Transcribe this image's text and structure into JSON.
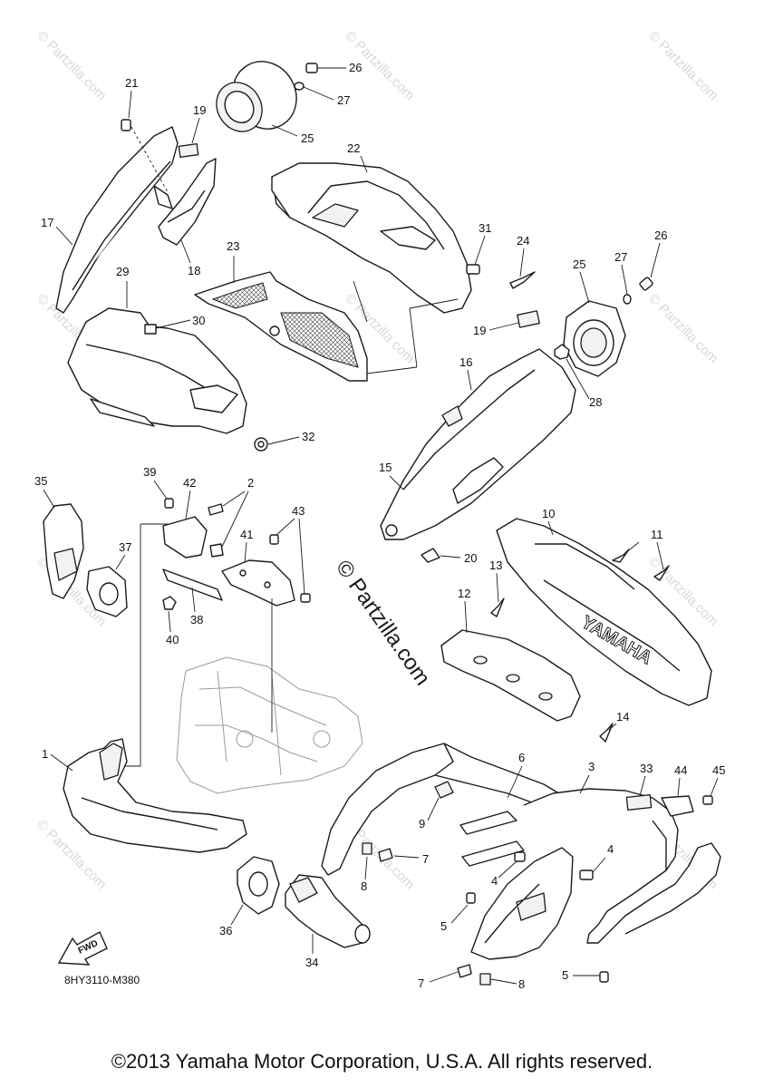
{
  "diagram": {
    "code": "8HY3110-M380",
    "copyright": "©2013 Yamaha Motor Corporation, U.S.A. All rights reserved.",
    "watermark": "© Partzilla.com",
    "fwd_label": "FWD",
    "callouts": {
      "c1": "1",
      "c2": "2",
      "c3": "3",
      "c4a": "4",
      "c4b": "4",
      "c5a": "5",
      "c5b": "5",
      "c6": "6",
      "c7a": "7",
      "c7b": "7",
      "c8a": "8",
      "c8b": "8",
      "c9": "9",
      "c10": "10",
      "c11": "11",
      "c12": "12",
      "c13": "13",
      "c14": "14",
      "c15": "15",
      "c16": "16",
      "c17": "17",
      "c18": "18",
      "c19a": "19",
      "c19b": "19",
      "c20": "20",
      "c21": "21",
      "c22": "22",
      "c23": "23",
      "c24": "24",
      "c25a": "25",
      "c25b": "25",
      "c26a": "26",
      "c26b": "26",
      "c27a": "27",
      "c27b": "27",
      "c28": "28",
      "c29": "29",
      "c30": "30",
      "c31": "31",
      "c32": "32",
      "c33": "33",
      "c34": "34",
      "c35": "35",
      "c36": "36",
      "c37": "37",
      "c38": "38",
      "c39": "39",
      "c40": "40",
      "c41": "41",
      "c42": "42",
      "c43": "43",
      "c44": "44",
      "c45": "45"
    }
  }
}
